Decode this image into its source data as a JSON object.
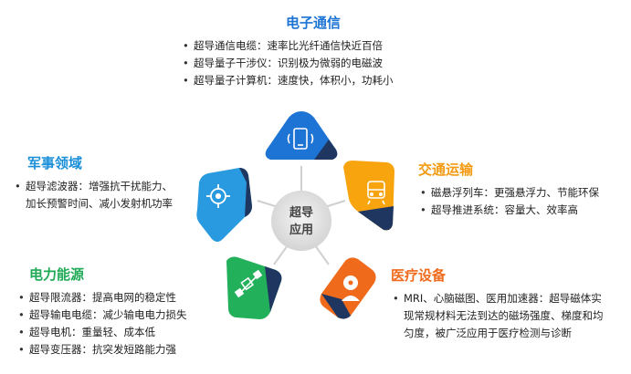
{
  "center": {
    "line1": "超导",
    "line2": "应用"
  },
  "sections": {
    "electronics": {
      "title": "电子通信",
      "items": [
        "超导通信电缆：速率比光纤通信快近百倍",
        "超导量子干涉仪：识别极为微弱的电磁波",
        "超导量子计算机：速度快，体积小，功耗小"
      ],
      "color": "#1d74d4"
    },
    "transport": {
      "title": "交通运输",
      "items": [
        "磁悬浮列车：更强悬浮力、节能环保",
        "超导推进系统：容量大、效率高"
      ],
      "color": "#f39a10"
    },
    "medical": {
      "title": "医疗设备",
      "items": [
        "MRI、心脑磁图、医用加速器：超导磁体实现常规材料无法到达的磁场强度、梯度和均匀度，被广泛应用于医疗检测与诊断"
      ],
      "color": "#f06a1c"
    },
    "power": {
      "title": "电力能源",
      "items": [
        "超导限流器：提高电网的稳定性",
        "超导输电电缆：减少输电电力损失",
        "超导电机：重量轻、成本低",
        "超导变压器：抗突发短路能力强"
      ],
      "color": "#1faa56"
    },
    "military": {
      "title": "军事领域",
      "items": [
        "超导滤波器：增强抗干扰能力、",
        "加长预警时间、减小发射机功率"
      ],
      "color": "#1a8fd8"
    }
  },
  "petal_colors": {
    "top": "#1d74d4",
    "right": "#f7a40f",
    "bottom_right": "#f06a1c",
    "bottom_left": "#23b05a",
    "left": "#2a9ae0",
    "dark": "#1f3760"
  },
  "icons": [
    "phone-icon",
    "train-icon",
    "doctor-icon",
    "satellite-icon",
    "crosshair-icon"
  ]
}
